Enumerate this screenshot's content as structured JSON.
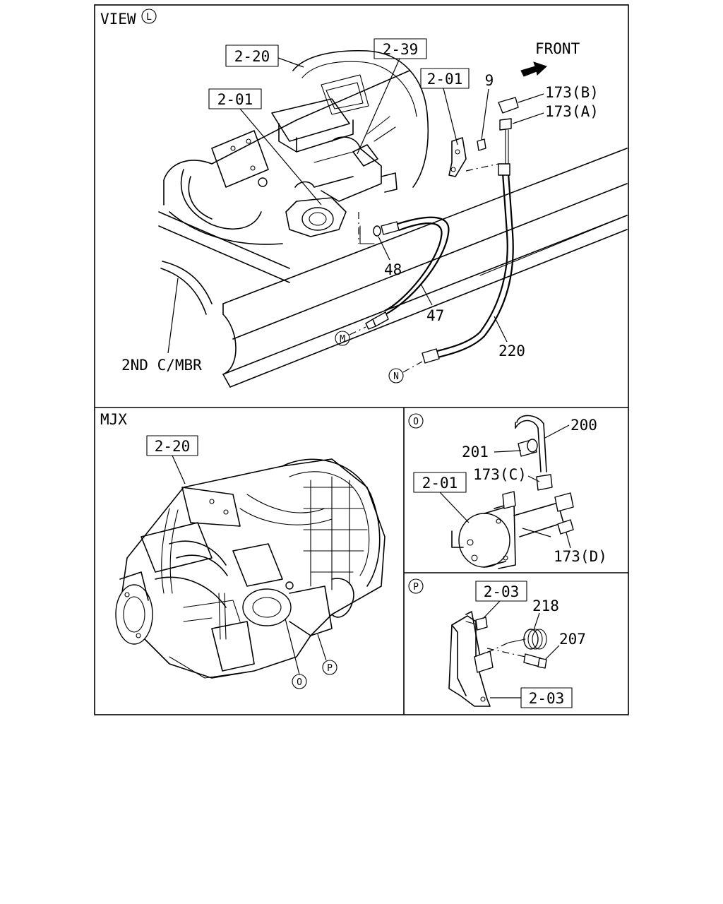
{
  "panels": {
    "view_l": {
      "title": "VIEW",
      "title_marker": "L",
      "direction_label": "FRONT",
      "ref_2_20": "2-20",
      "ref_2_39": "2-39",
      "ref_2_01_left": "2-01",
      "ref_2_01_right": "2-01",
      "part_9": "9",
      "part_173b": "173(B)",
      "part_173a": "173(A)",
      "part_48": "48",
      "part_47": "47",
      "part_220": "220",
      "marker_m": "M",
      "marker_n": "N",
      "crossmember_label": "2ND C/MBR"
    },
    "mjx": {
      "title": "MJX",
      "ref_2_20": "2-20",
      "marker_o": "O",
      "marker_p": "P"
    },
    "detail_o": {
      "marker": "O",
      "part_200": "200",
      "part_201": "201",
      "part_173c": "173(C)",
      "ref_2_01": "2-01",
      "part_173d": "173(D)"
    },
    "detail_p": {
      "marker": "P",
      "ref_2_03_top": "2-03",
      "part_218": "218",
      "part_207": "207",
      "ref_2_03_bottom": "2-03"
    }
  },
  "icons": [
    "front-arrow-icon",
    "circled-letter-marker"
  ]
}
